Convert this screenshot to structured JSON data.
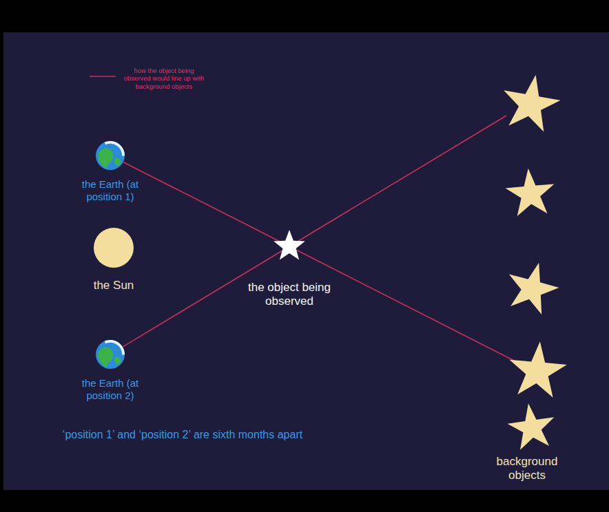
{
  "diagram": {
    "caption": "‘position 1’ and ‘position 2’ are sixth months apart",
    "nodes": [
      {
        "text": [
          "the Earth (at position 1)"
        ]
      },
      {
        "text": [
          "the Sun"
        ]
      },
      {
        "text": [
          "the object being observed"
        ]
      },
      {
        "text": [
          "the Earth (at position 2)"
        ]
      }
    ],
    "edges": [
      {
        "from": 0,
        "to": 2,
        "arrow": "none"
      },
      {
        "from": 3,
        "to": 2,
        "arrow": "none"
      }
    ],
    "labels": [
      "background objects"
    ],
    "legend": [
      {
        "text": "how the object being observed would line up with background objects"
      }
    ]
  }
}
